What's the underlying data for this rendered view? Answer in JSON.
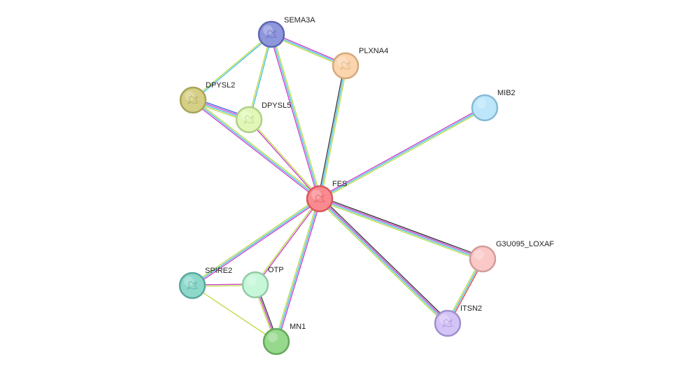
{
  "network": {
    "nodes": [
      {
        "id": "FES",
        "label": "FES",
        "fill": "#f98a8f",
        "stroke": "#d8575c",
        "structure": true
      },
      {
        "id": "SEMA3A",
        "label": "SEMA3A",
        "fill": "#8f97dc",
        "stroke": "#5e67b2",
        "structure": true
      },
      {
        "id": "PLXNA4",
        "label": "PLXNA4",
        "fill": "#fbd5ae",
        "stroke": "#d5a87a",
        "structure": true
      },
      {
        "id": "DPYSL2",
        "label": "DPYSL2",
        "fill": "#d4cf84",
        "stroke": "#a9a45a",
        "structure": true
      },
      {
        "id": "DPYSL5",
        "label": "DPYSL5",
        "fill": "#e1f7b8",
        "stroke": "#b0cf86",
        "structure": true
      },
      {
        "id": "MIB2",
        "label": "MIB2",
        "fill": "#bde6fa",
        "stroke": "#85b9d6",
        "structure": false
      },
      {
        "id": "G3U095_LOXAF",
        "label": "G3U095_LOXAF",
        "fill": "#fbc8c8",
        "stroke": "#d49b9b",
        "structure": false
      },
      {
        "id": "ITSN2",
        "label": "ITSN2",
        "fill": "#d4c3f7",
        "stroke": "#a08fcc",
        "structure": true
      },
      {
        "id": "SPIRE2",
        "label": "SPIRE2",
        "fill": "#8ed8cb",
        "stroke": "#57a89b",
        "structure": true
      },
      {
        "id": "OTP",
        "label": "OTP",
        "fill": "#c6f7d8",
        "stroke": "#93c9a6",
        "structure": false
      },
      {
        "id": "MN1",
        "label": "MN1",
        "fill": "#97d98c",
        "stroke": "#63a95a",
        "structure": false
      }
    ],
    "edges": [
      {
        "from": "FES",
        "to": "SEMA3A",
        "evidence": [
          "#c837c8",
          "#3dbbdf",
          "#b7d93e"
        ]
      },
      {
        "from": "FES",
        "to": "PLXNA4",
        "evidence": [
          "#333333",
          "#3dbbdf",
          "#b7d93e"
        ]
      },
      {
        "from": "FES",
        "to": "DPYSL2",
        "evidence": [
          "#c837c8",
          "#3dbbdf",
          "#b7d93e"
        ]
      },
      {
        "from": "FES",
        "to": "DPYSL5",
        "evidence": [
          "#c837c8",
          "#b7d93e"
        ]
      },
      {
        "from": "FES",
        "to": "MIB2",
        "evidence": [
          "#c837c8",
          "#3dbbdf",
          "#b7d93e"
        ]
      },
      {
        "from": "FES",
        "to": "G3U095_LOXAF",
        "evidence": [
          "#333333",
          "#c837c8",
          "#3dbbdf",
          "#b7d93e"
        ]
      },
      {
        "from": "FES",
        "to": "ITSN2",
        "evidence": [
          "#333333",
          "#c837c8",
          "#3dbbdf",
          "#b7d93e"
        ]
      },
      {
        "from": "FES",
        "to": "SPIRE2",
        "evidence": [
          "#c837c8",
          "#3dbbdf",
          "#b7d93e"
        ]
      },
      {
        "from": "FES",
        "to": "OTP",
        "evidence": [
          "#c837c8",
          "#b7d93e"
        ]
      },
      {
        "from": "FES",
        "to": "MN1",
        "evidence": [
          "#c837c8",
          "#3dbbdf",
          "#b7d93e"
        ]
      },
      {
        "from": "SEMA3A",
        "to": "PLXNA4",
        "evidence": [
          "#c837c8",
          "#3dbbdf",
          "#b7d93e"
        ]
      },
      {
        "from": "SEMA3A",
        "to": "DPYSL2",
        "evidence": [
          "#3dbbdf",
          "#b7d93e"
        ]
      },
      {
        "from": "SEMA3A",
        "to": "DPYSL5",
        "evidence": [
          "#3dbbdf",
          "#b7d93e"
        ]
      },
      {
        "from": "DPYSL2",
        "to": "DPYSL5",
        "evidence": [
          "#3d5be0",
          "#c837c8",
          "#3dbbdf",
          "#b7d93e"
        ]
      },
      {
        "from": "G3U095_LOXAF",
        "to": "ITSN2",
        "evidence": [
          "#e23a3a",
          "#3dbbdf",
          "#b7d93e"
        ]
      },
      {
        "from": "SPIRE2",
        "to": "OTP",
        "evidence": [
          "#c837c8",
          "#b7d93e"
        ]
      },
      {
        "from": "SPIRE2",
        "to": "MN1",
        "evidence": [
          "#b7d93e"
        ]
      },
      {
        "from": "OTP",
        "to": "MN1",
        "evidence": [
          "#333333",
          "#c837c8",
          "#b7d93e"
        ]
      }
    ]
  }
}
